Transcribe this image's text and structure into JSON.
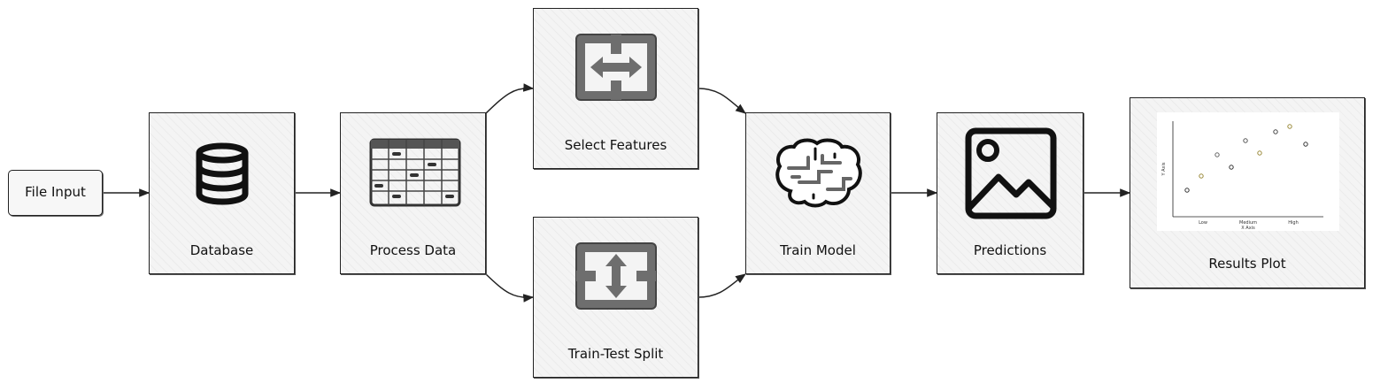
{
  "nodes": {
    "file_input": "File Input",
    "database": "Database",
    "process_data": "Process Data",
    "select_features": "Select Features",
    "train_test_split": "Train-Test Split",
    "train_model": "Train Model",
    "predictions": "Predictions",
    "results_plot": "Results Plot"
  },
  "icons": {
    "database": "database-icon",
    "process_data": "table-grid-icon",
    "select_features": "horizontal-arrows-icon",
    "train_test_split": "vertical-arrows-icon",
    "train_model": "brain-icon",
    "predictions": "image-icon",
    "results_plot": "scatter-plot-thumbnail"
  },
  "results_plot": {
    "x_axis_label": "X Axis",
    "y_axis_label": "Y Axis",
    "x_ticks": [
      "Low",
      "Medium",
      "High"
    ]
  },
  "colors": {
    "stroke": "#222222",
    "box_fill": "#f4f4f4",
    "icon_gray": "#6e6e6e"
  }
}
